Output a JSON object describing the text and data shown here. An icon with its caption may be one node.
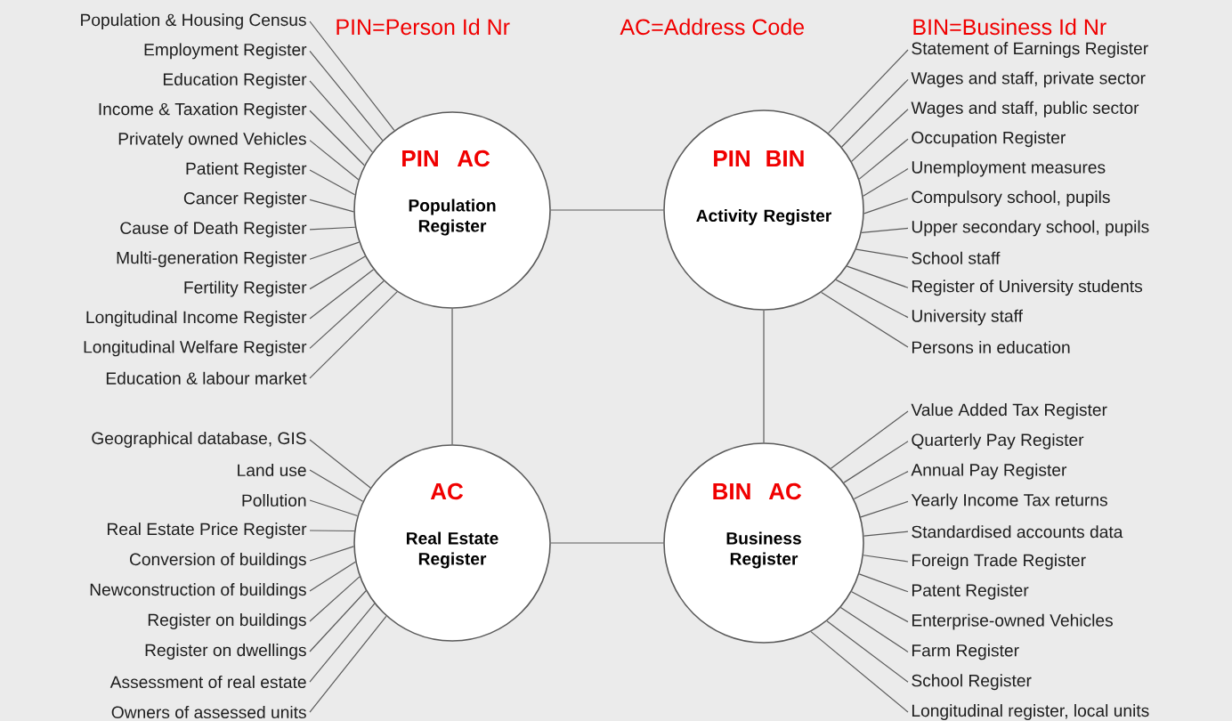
{
  "diagram": {
    "nodes": [
      {
        "text": [
          "PIN",
          "AC",
          "Population Register"
        ]
      },
      {
        "text": [
          "PIN",
          "BIN",
          "Activity Register"
        ]
      },
      {
        "text": [
          "AC",
          "Real Estate Register"
        ]
      },
      {
        "text": [
          "BIN",
          "AC",
          "Business Register"
        ]
      },
      {
        "text": [
          "Population & Housing Census"
        ]
      },
      {
        "text": [
          "Employment Register"
        ]
      },
      {
        "text": [
          "Education Register"
        ]
      },
      {
        "text": [
          "Income & Taxation Register"
        ]
      },
      {
        "text": [
          "Privately owned Vehicles"
        ]
      },
      {
        "text": [
          "Patient Register"
        ]
      },
      {
        "text": [
          "Cancer Register"
        ]
      },
      {
        "text": [
          "Cause of Death Register"
        ]
      },
      {
        "text": [
          "Multi-generation Register"
        ]
      },
      {
        "text": [
          "Fertility Register"
        ]
      },
      {
        "text": [
          "Longitudinal Income Register"
        ]
      },
      {
        "text": [
          "Longitudinal Welfare Register"
        ]
      },
      {
        "text": [
          "Education & labour market"
        ]
      },
      {
        "text": [
          "Statement of Earnings Register"
        ]
      },
      {
        "text": [
          "Wages and staff, private sector"
        ]
      },
      {
        "text": [
          "Wages and staff, public sector"
        ]
      },
      {
        "text": [
          "Occupation Register"
        ]
      },
      {
        "text": [
          "Unemployment measures"
        ]
      },
      {
        "text": [
          "Compulsory school, pupils"
        ]
      },
      {
        "text": [
          "Upper secondary school, pupils"
        ]
      },
      {
        "text": [
          "School staff"
        ]
      },
      {
        "text": [
          "Register of University students"
        ]
      },
      {
        "text": [
          "University staff"
        ]
      },
      {
        "text": [
          "Persons in education"
        ]
      },
      {
        "text": [
          "Geographical database, GIS"
        ]
      },
      {
        "text": [
          "Land use"
        ]
      },
      {
        "text": [
          "Pollution"
        ]
      },
      {
        "text": [
          "Real Estate Price Register"
        ]
      },
      {
        "text": [
          "Conversion of buildings"
        ]
      },
      {
        "text": [
          "Newconstruction of buildings"
        ]
      },
      {
        "text": [
          "Register on buildings"
        ]
      },
      {
        "text": [
          "Register on dwellings"
        ]
      },
      {
        "text": [
          "Assessment of real estate"
        ]
      },
      {
        "text": [
          "Owners of assessed units"
        ]
      },
      {
        "text": [
          "Value Added Tax Register"
        ]
      },
      {
        "text": [
          "Quarterly Pay Register"
        ]
      },
      {
        "text": [
          "Annual Pay Register"
        ]
      },
      {
        "text": [
          "Yearly Income Tax returns"
        ]
      },
      {
        "text": [
          "Standardised accounts data"
        ]
      },
      {
        "text": [
          "Foreign Trade Register"
        ]
      },
      {
        "text": [
          "Patent Register"
        ]
      },
      {
        "text": [
          "Enterprise-owned Vehicles"
        ]
      },
      {
        "text": [
          "Farm Register"
        ]
      },
      {
        "text": [
          "School Register"
        ]
      },
      {
        "text": [
          "Longitudinal register, local units"
        ]
      }
    ],
    "edges": [
      {
        "from": 0,
        "to": 1,
        "arrow": "none"
      },
      {
        "from": 0,
        "to": 2,
        "arrow": "none"
      },
      {
        "from": 1,
        "to": 3,
        "arrow": "none"
      },
      {
        "from": 2,
        "to": 3,
        "arrow": "none"
      },
      {
        "from": 4,
        "to": 0,
        "arrow": "none"
      },
      {
        "from": 5,
        "to": 0,
        "arrow": "none"
      },
      {
        "from": 6,
        "to": 0,
        "arrow": "none"
      },
      {
        "from": 7,
        "to": 0,
        "arrow": "none"
      },
      {
        "from": 8,
        "to": 0,
        "arrow": "none"
      },
      {
        "from": 9,
        "to": 0,
        "arrow": "none"
      },
      {
        "from": 10,
        "to": 0,
        "arrow": "none"
      },
      {
        "from": 11,
        "to": 0,
        "arrow": "none"
      },
      {
        "from": 12,
        "to": 0,
        "arrow": "none"
      },
      {
        "from": 13,
        "to": 0,
        "arrow": "none"
      },
      {
        "from": 14,
        "to": 0,
        "arrow": "none"
      },
      {
        "from": 15,
        "to": 0,
        "arrow": "none"
      },
      {
        "from": 16,
        "to": 0,
        "arrow": "none"
      },
      {
        "from": 17,
        "to": 1,
        "arrow": "none"
      },
      {
        "from": 18,
        "to": 1,
        "arrow": "none"
      },
      {
        "from": 19,
        "to": 1,
        "arrow": "none"
      },
      {
        "from": 20,
        "to": 1,
        "arrow": "none"
      },
      {
        "from": 21,
        "to": 1,
        "arrow": "none"
      },
      {
        "from": 22,
        "to": 1,
        "arrow": "none"
      },
      {
        "from": 23,
        "to": 1,
        "arrow": "none"
      },
      {
        "from": 24,
        "to": 1,
        "arrow": "none"
      },
      {
        "from": 25,
        "to": 1,
        "arrow": "none"
      },
      {
        "from": 26,
        "to": 1,
        "arrow": "none"
      },
      {
        "from": 27,
        "to": 1,
        "arrow": "none"
      },
      {
        "from": 28,
        "to": 2,
        "arrow": "none"
      },
      {
        "from": 29,
        "to": 2,
        "arrow": "none"
      },
      {
        "from": 30,
        "to": 2,
        "arrow": "none"
      },
      {
        "from": 31,
        "to": 2,
        "arrow": "none"
      },
      {
        "from": 32,
        "to": 2,
        "arrow": "none"
      },
      {
        "from": 33,
        "to": 2,
        "arrow": "none"
      },
      {
        "from": 34,
        "to": 2,
        "arrow": "none"
      },
      {
        "from": 35,
        "to": 2,
        "arrow": "none"
      },
      {
        "from": 36,
        "to": 2,
        "arrow": "none"
      },
      {
        "from": 37,
        "to": 2,
        "arrow": "none"
      },
      {
        "from": 38,
        "to": 3,
        "arrow": "none"
      },
      {
        "from": 39,
        "to": 3,
        "arrow": "none"
      },
      {
        "from": 40,
        "to": 3,
        "arrow": "none"
      },
      {
        "from": 41,
        "to": 3,
        "arrow": "none"
      },
      {
        "from": 42,
        "to": 3,
        "arrow": "none"
      },
      {
        "from": 43,
        "to": 3,
        "arrow": "none"
      },
      {
        "from": 44,
        "to": 3,
        "arrow": "none"
      },
      {
        "from": 45,
        "to": 3,
        "arrow": "none"
      },
      {
        "from": 46,
        "to": 3,
        "arrow": "none"
      },
      {
        "from": 47,
        "to": 3,
        "arrow": "none"
      },
      {
        "from": 48,
        "to": 3,
        "arrow": "none"
      }
    ],
    "labels": [
      "PIN=Person Id Nr",
      "AC=Address Code",
      "BIN=Business Id Nr"
    ]
  }
}
